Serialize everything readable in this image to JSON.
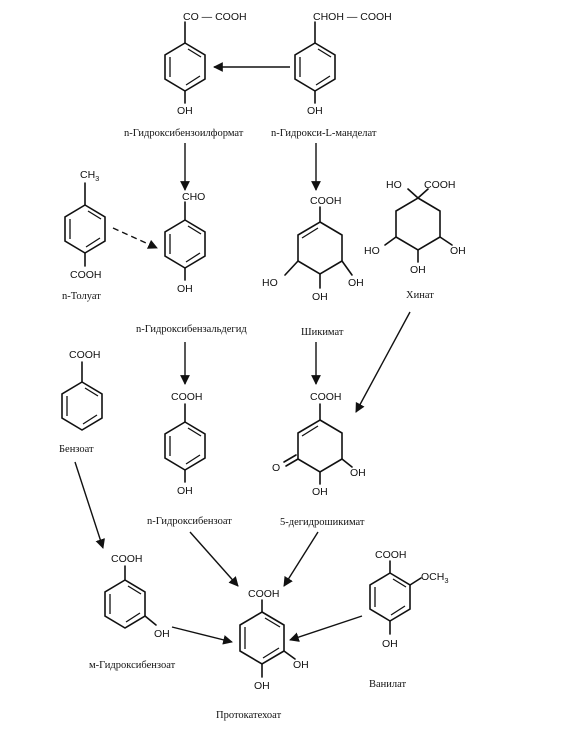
{
  "compounds": {
    "p_hydroxybenzoylformate": {
      "label": "n-Гидроксибензоилформат",
      "group_top": "CO — COOH",
      "group_bottom": "OH"
    },
    "p_hydroxy_mandelate": {
      "label": "n-Гидрокси-L-манделат",
      "group_top": "CHOH — COOH",
      "group_bottom": "OH"
    },
    "p_toluate": {
      "label": "n-Толуат",
      "group_top": "CH",
      "group_top_sub": "3",
      "group_bottom": "COOH"
    },
    "p_hydroxybenzaldehyde": {
      "label": "n-Гидроксибензальдегид",
      "group_top": "CHO",
      "group_bottom": "OH"
    },
    "shikimate": {
      "label": "Шикимат",
      "group_top": "COOH",
      "group_left": "HO",
      "group_bottom": "OH",
      "group_right": "OH"
    },
    "quinate": {
      "label": "Хинат",
      "group_a": "HO",
      "group_b": "COOH",
      "group_left": "HO",
      "group_bottom": "OH",
      "group_right": "OH"
    },
    "benzoate": {
      "label": "Бензоат",
      "group_top": "COOH"
    },
    "p_hydroxybenzoate": {
      "label": "n-Гидроксибензоат",
      "group_top": "COOH",
      "group_bottom": "OH"
    },
    "dehydroshikimate": {
      "label": "5-дегидрошикимат",
      "group_top": "COOH",
      "group_left": "O",
      "group_bottom": "OH",
      "group_right": "OH"
    },
    "m_hydroxybenzoate": {
      "label": "м-Гидроксибензоат",
      "group_top": "COOH",
      "group_right": "OH"
    },
    "protocatechuate": {
      "label": "Протокатехоат",
      "group_top": "COOH",
      "group_right": "OH",
      "group_bottom": "OH"
    },
    "vanillate": {
      "label": "Ванилат",
      "group_top": "COOH",
      "group_right": "OCH",
      "group_right_sub": "3",
      "group_bottom": "OH"
    }
  }
}
